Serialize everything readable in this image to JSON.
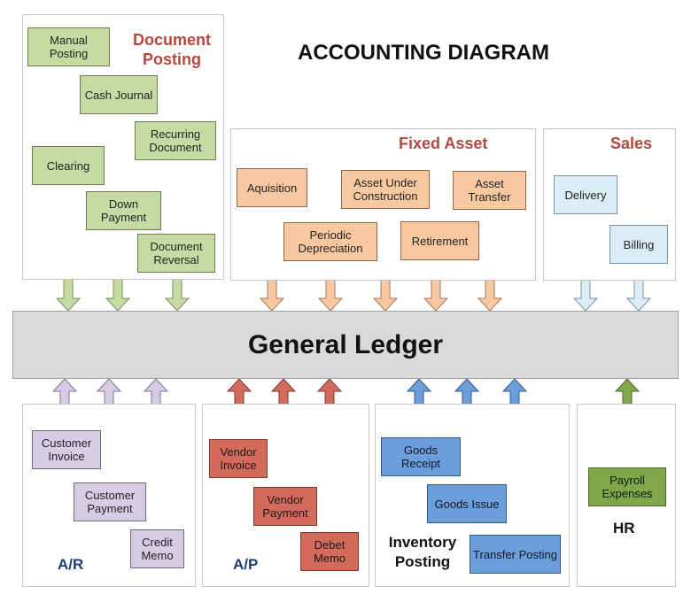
{
  "title": "ACCOUNTING DIAGRAM",
  "ledger": "General Ledger",
  "groups": {
    "document_posting": {
      "title_line1": "Document",
      "title_line2": "Posting",
      "items": [
        "Manual Posting",
        "Cash Journal",
        "Recurring Document",
        "Clearing",
        "Down Payment",
        "Document Reversal"
      ]
    },
    "fixed_asset": {
      "title": "Fixed Asset",
      "items": [
        "Aquisition",
        "Asset Under Construction",
        "Asset Transfer",
        "Periodic Depreciation",
        "Retirement"
      ]
    },
    "sales": {
      "title": "Sales",
      "items": [
        "Delivery",
        "Billing"
      ]
    },
    "ar": {
      "title": "A/R",
      "items": [
        "Customer Invoice",
        "Customer Payment",
        "Credit Memo"
      ]
    },
    "ap": {
      "title": "A/P",
      "items": [
        "Vendor Invoice",
        "Vendor Payment",
        "Debet Memo"
      ]
    },
    "inventory": {
      "title_line1": "Inventory",
      "title_line2": "Posting",
      "items": [
        "Goods Receipt",
        "Goods Issue",
        "Transfer Posting"
      ]
    },
    "hr": {
      "title": "HR",
      "items": [
        "Payroll Expenses"
      ]
    }
  },
  "colors": {
    "document_posting": "#c6dba4",
    "fixed_asset": "#f8c9a0",
    "sales": "#dbeef6",
    "ar": "#d6cce4",
    "ap": "#d46a5c",
    "inventory": "#6c9edb",
    "hr": "#7ea84a",
    "ledger": "#d9d9d9"
  }
}
